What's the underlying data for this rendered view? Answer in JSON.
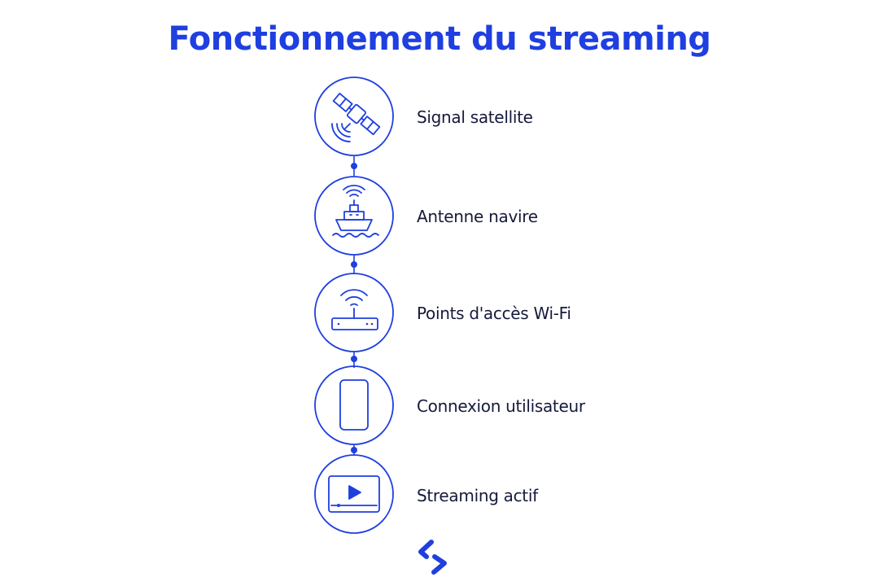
{
  "title": "Fonctionnement du streaming",
  "steps": [
    {
      "label": "Signal satellite",
      "icon": "satellite-icon"
    },
    {
      "label": "Antenne navire",
      "icon": "ship-antenna-icon"
    },
    {
      "label": "Points d'accès Wi-Fi",
      "icon": "wifi-router-icon"
    },
    {
      "label": "Connexion utilisateur",
      "icon": "smartphone-icon"
    },
    {
      "label": "Streaming actif",
      "icon": "video-player-icon"
    }
  ],
  "logo": "brand-logo",
  "colors": {
    "accent": "#1f3fe0",
    "text": "#161a3a",
    "background": "#ffffff"
  }
}
